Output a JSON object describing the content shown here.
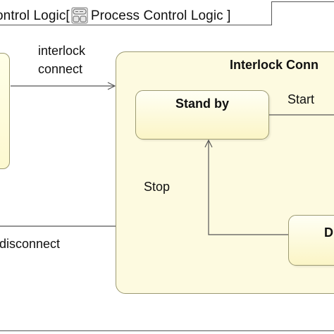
{
  "frame": {
    "title_prefix": "ontrol Logic[",
    "title_name": "Process Control Logic ]",
    "icon": "state-machine-diagram-icon"
  },
  "composite_state": {
    "title": "Interlock Conn"
  },
  "states": {
    "standby": "Stand by",
    "right_state": "D"
  },
  "transitions": {
    "interlock_connect": [
      "interlock",
      "connect"
    ],
    "disconnect": "disconnect",
    "start": "Start",
    "stop": "Stop"
  },
  "colors": {
    "state_fill": "#fdf9d0",
    "state_border": "#9c9a72",
    "line": "#555555"
  }
}
